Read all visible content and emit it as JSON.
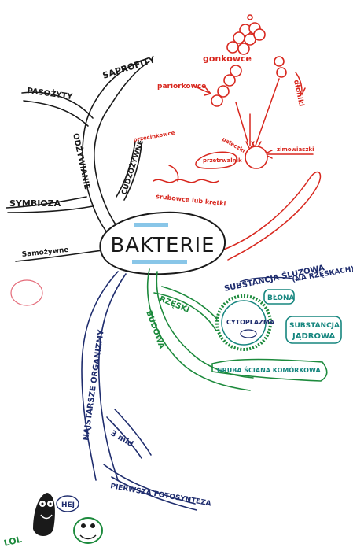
{
  "center": {
    "title": "BAKTERIE"
  },
  "colors": {
    "black": "#1a1a1a",
    "red": "#d8271e",
    "blue": "#1f2d6e",
    "green": "#1c8a3c",
    "teal": "#16867f",
    "pink": "#e46a78"
  },
  "nutrition": {
    "branch": "ODŻYWIANIE",
    "heterotrophic": "CUDZOŻYWNE",
    "saprophytes": "SAPROFITY",
    "parasites": "PASOŻYTY",
    "symbiosis": "SYMBIOZA",
    "autotrophic": "Samożywne"
  },
  "shapes": {
    "cocci_chain": "gonkowce",
    "diplococci": "pariorkowce",
    "bacilli": "dłoniki",
    "spiral": "przecinkowce",
    "rod": "pałeczki",
    "vibrio": "zimowiaszki",
    "spore": "przetrwalnik",
    "helix": "śrubowce lub krętki"
  },
  "structure": {
    "branch": "BUDOWA",
    "flagella": "RZĘSKI",
    "slime": "SUBSTANCJA ŚLUZOWA",
    "slime_note": "(NA RZĘSKACH)",
    "membrane": "BŁONA",
    "cytoplasm": "CYTOPLAZMA",
    "nucleus_line1": "SUBSTANCJA",
    "nucleus_line2": "JĄDROWA",
    "cell_wall": "GRUBA ŚCIANA KOMÓRKOWA"
  },
  "history": {
    "oldest": "NAJSTARSZE ORGANIZMY",
    "age": "3 mld",
    "photosynthesis": "PIERWSZA FOTOSYNTEZA"
  },
  "doodles": {
    "greeting": "HEJ",
    "laugh": "LOL"
  }
}
